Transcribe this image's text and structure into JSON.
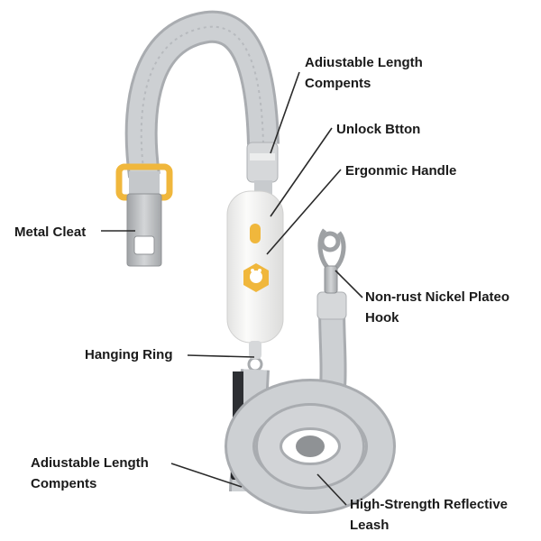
{
  "labels": {
    "adjustable_top": [
      "Adiustable Length",
      "Compents"
    ],
    "unlock_button": "Unlock Btton",
    "ergonomic_handle": "Ergonmic Handle",
    "metal_cleat": "Metal Cleat",
    "nickel_hook": [
      "Non-rust Nickel Plateo",
      "Hook"
    ],
    "hanging_ring": "Hanging Ring",
    "adjustable_bottom": [
      "Adiustable Length",
      "Compents"
    ],
    "reflective_leash": [
      "High-Strength Reflective",
      "Leash"
    ]
  },
  "colors": {
    "strap": "#c9cbce",
    "strap_edge": "#a9acb0",
    "handle": "#f1f1f0",
    "accent_yellow": "#f0b73c",
    "metal": "#b8babd",
    "text": "#1a1a1a",
    "leader_line": "#2a2a2a"
  },
  "icons": {
    "unlock_button": "yellow-pill-button-icon",
    "handle_logo": "smiley-face-logo-icon"
  }
}
